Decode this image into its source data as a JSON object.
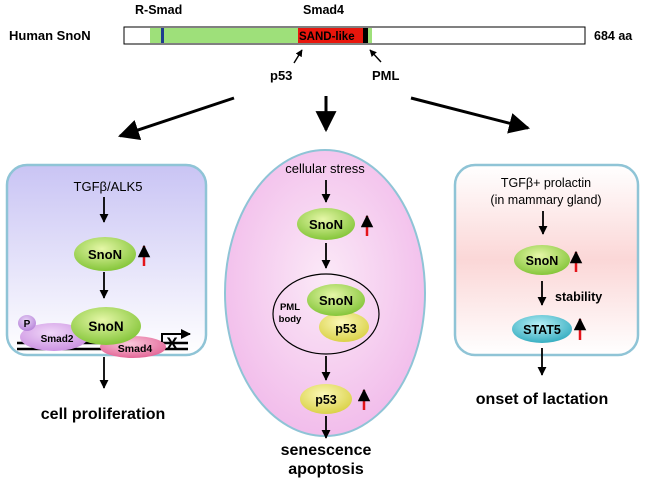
{
  "protein": {
    "name": "Human SnoN",
    "length": "684 aa",
    "rsmad_label": "R-Smad",
    "smad4_label": "Smad4",
    "sand_label": "SAND-like",
    "p53_site": "p53",
    "pml_site": "PML"
  },
  "left_panel": {
    "top": "TGFβ/ALK5",
    "snon": "SnoN",
    "snon_complex": "SnoN",
    "p_label": "P",
    "smad2": "Smad2",
    "smad4": "Smad4",
    "x_mark": "X",
    "outcome": "cell proliferation"
  },
  "middle_panel": {
    "top": "cellular stress",
    "snon": "SnoN",
    "pml_body_1": "PML",
    "pml_body_2": "body",
    "snon_body": "SnoN",
    "p53_body": "p53",
    "p53": "p53",
    "outcome_1": "senescence",
    "outcome_2": "apoptosis"
  },
  "right_panel": {
    "top_1": "TGFβ+ prolactin",
    "top_2": "(in mammary gland)",
    "snon": "SnoN",
    "stability": "stability",
    "stat5": "STAT5",
    "outcome": "onset of lactation"
  },
  "colors": {
    "rsmad_domain": "#9ee07a",
    "sand_domain": "#e8160c",
    "up_arrow": "#e4141a",
    "panel_border": "#8fc4d6",
    "snon_fill": "#8ccd3a",
    "p53_fill": "#e3dc5a",
    "stat5_fill": "#3fb9c9"
  }
}
